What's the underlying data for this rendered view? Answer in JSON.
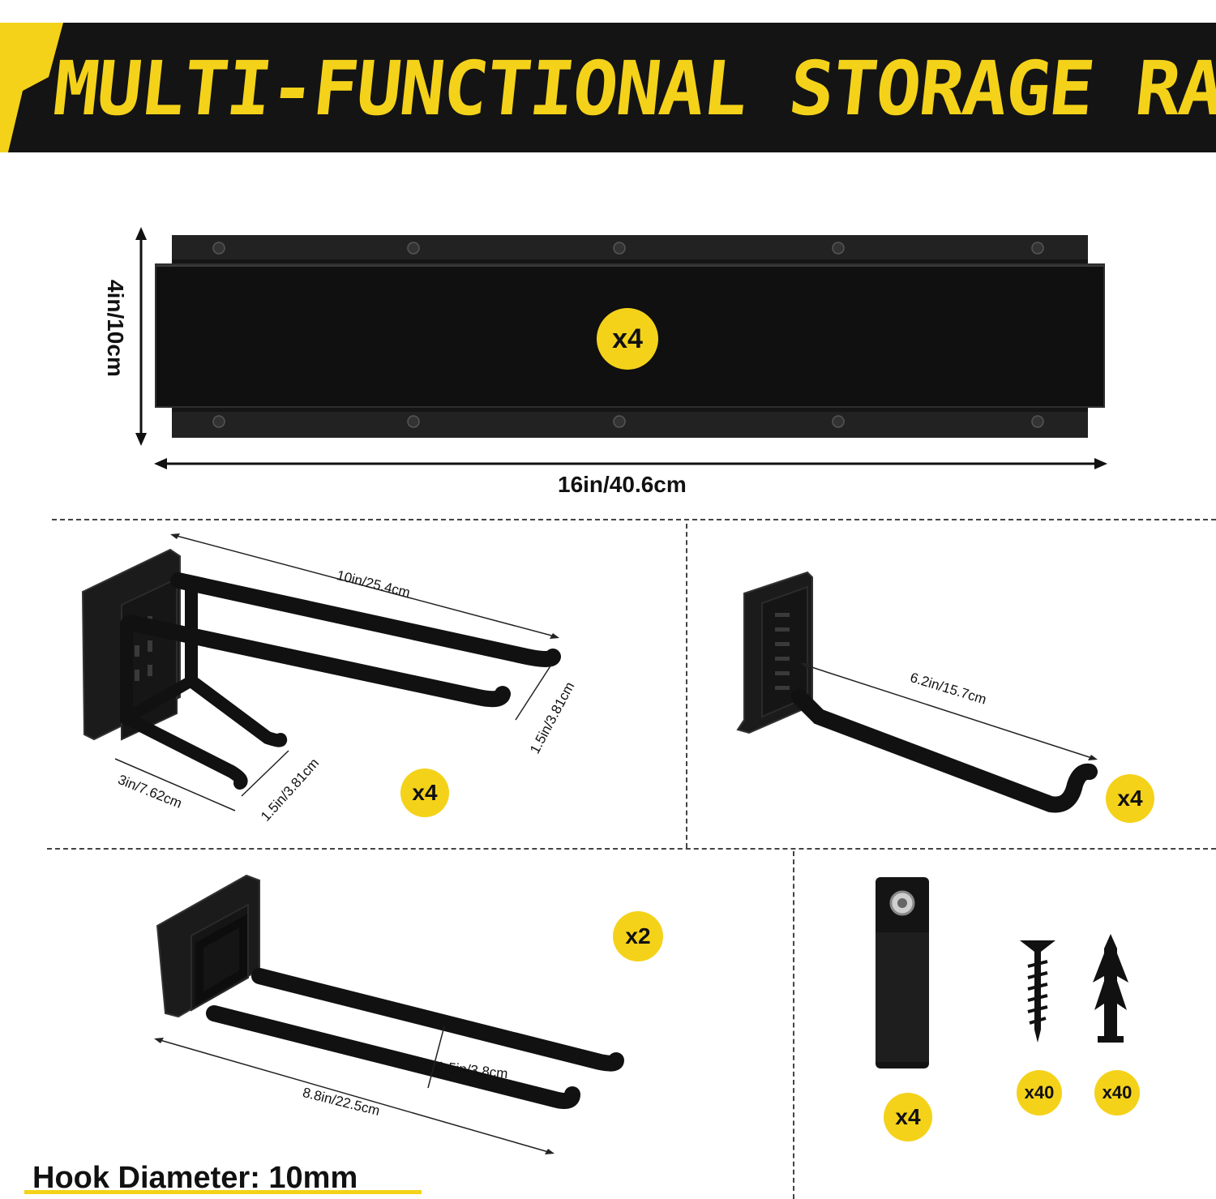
{
  "banner": {
    "title": "MULTI-FUNCTIONAL STORAGE RACK KIT"
  },
  "rail": {
    "height_label": "4in/10cm",
    "width_label": "16in/40.6cm",
    "quantity": "x4"
  },
  "double_hook": {
    "length_label": "10in/25.4cm",
    "gap_label": "1.5in/3.81cm",
    "width_label": "3in/7.62cm",
    "tip_label": "1.5in/3.81cm",
    "quantity": "x4"
  },
  "single_hook": {
    "length_label": "6.2in/15.7cm",
    "quantity": "x4"
  },
  "long_hook": {
    "length_label": "8.8in/22.5cm",
    "gap_label": "1.5in/3.8cm",
    "quantity": "x2"
  },
  "accessories": {
    "strap_quantity": "x4",
    "screw_quantity": "x40",
    "anchor_quantity": "x40"
  },
  "footer": {
    "hook_diameter": "Hook Diameter: 10mm"
  },
  "colors": {
    "accent": "#f4d21a",
    "banner_bg": "#141414",
    "product": "#1a1a1a"
  }
}
